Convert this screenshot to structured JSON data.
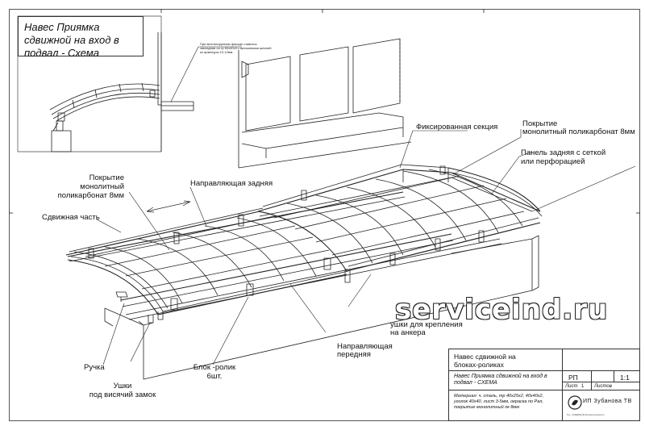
{
  "title": "Навес Приямка сдвижной на вход в подвал - Схема",
  "small_note": "При вентилируемом фасаде ставится закладная из тр 60х40х3 с врезанными шпилей из арматуры 10-12мм.",
  "labels": {
    "fixed_section": "Фиксированная секция",
    "cover_top_right_1": "Покрытие",
    "cover_top_right_2": "монолитный поликарбонат 8мм",
    "rear_panel_1": "Панель задняя с сеткой",
    "rear_panel_2": "или перфорацией",
    "cover_left_1": "Покрытие",
    "cover_left_2": "монолитный",
    "cover_left_3": "поликарбонат 8мм",
    "rear_guide": "Направляющая задняя",
    "sliding_part": "Сдвижная часть",
    "anchor_lugs_1": "ушки для крепления",
    "anchor_lugs_2": "на анкера",
    "front_guide_1": "Направляющая",
    "front_guide_2": "передняя",
    "handle": "Ручка",
    "roller_1": "Блок -ролик",
    "roller_2": "6шт.",
    "padlock_lugs_1": "Ушки",
    "padlock_lugs_2": "под висячий замок"
  },
  "watermark": "serviceind.ru",
  "stamp": {
    "name_1": "Навес сдвижной на",
    "name_2": "блоках-роликах",
    "subtitle_1": "Навес Приямка сдвижной на вход в",
    "subtitle_2": "подвал - СХЕМА",
    "stage": "РП",
    "scale": "1:1",
    "sheet_label": "Лист",
    "sheet_num": "1",
    "sheets_label": "Листов",
    "materials_1": "Материал: ч. сталь, тр 40х25х2, 40х40х2,",
    "materials_2": "уголок 40х40, лист 3-5мм, окраска по Рал,",
    "materials_3": "покрытие монолитный пк 8мм",
    "company": "ИП Зубанова ТВ",
    "contacts": "Тел. +7(999)000-00-00   www.serviceind.ru"
  }
}
